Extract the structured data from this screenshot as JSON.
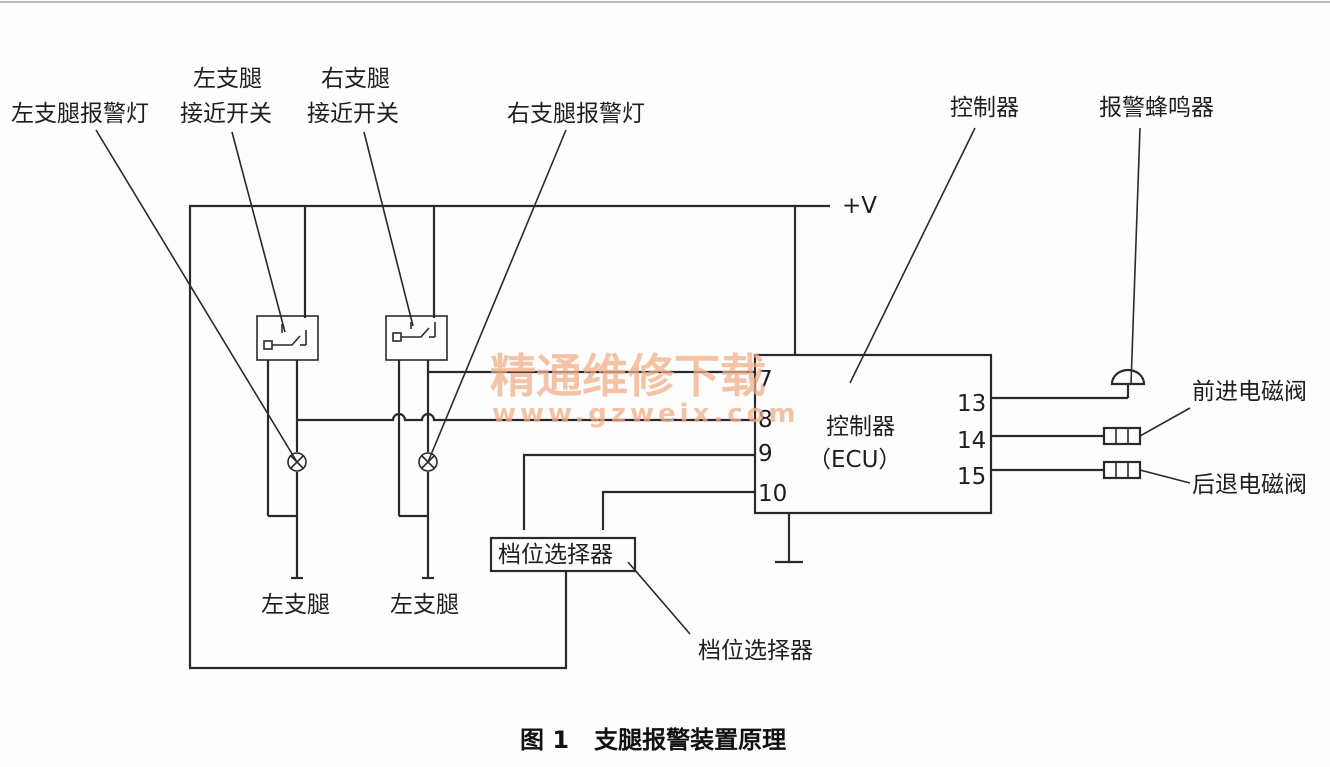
{
  "labels": {
    "left_lamp": "左支腿报警灯",
    "left_switch_line1": "左支腿",
    "left_switch_line2": "接近开关",
    "right_switch_line1": "右支腿",
    "right_switch_line2": "接近开关",
    "right_lamp": "右支腿报警灯",
    "controller_callout": "控制器",
    "buzzer": "报警蜂鸣器",
    "supply": "+V",
    "controller_name": "控制器",
    "controller_ecu": "（ECU）",
    "forward_valve": "前进电磁阀",
    "reverse_valve": "后退电磁阀",
    "gear_selector_box": "档位选择器",
    "gear_selector_callout": "档位选择器",
    "left_leg_1": "左支腿",
    "left_leg_2": "左支腿"
  },
  "pins": {
    "p7": "7",
    "p8": "8",
    "p9": "9",
    "p10": "10",
    "p13": "13",
    "p14": "14",
    "p15": "15"
  },
  "caption": "图 1   支腿报警装置原理",
  "watermark": {
    "title": "精通维修下载",
    "url": "www.gzweix.com"
  },
  "colors": {
    "line": "#2a2a2a",
    "watermark": "#f2b08a"
  }
}
